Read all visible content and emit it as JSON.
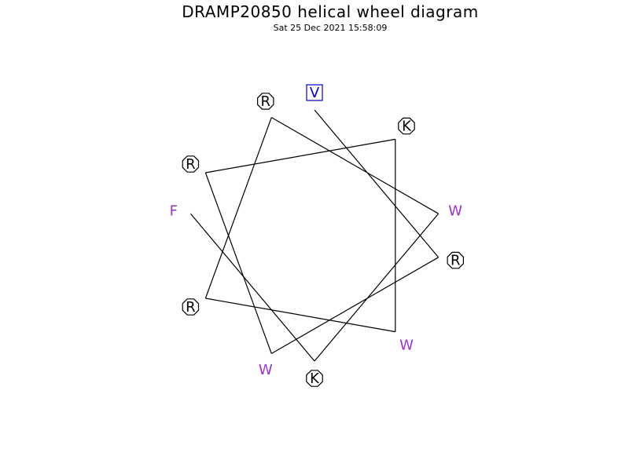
{
  "title": "DRAMP20850 helical wheel diagram",
  "timestamp": "Sat 25 Dec 2021 15:58:09",
  "colors": {
    "hydrophobic": "#9933cc",
    "hydrophobic_boxed": "#0000cc",
    "charged": "#000000",
    "line": "#000000"
  },
  "residues": [
    {
      "letter": "V",
      "style": "box",
      "color": "#0000cc"
    },
    {
      "letter": "R",
      "style": "octagon",
      "color": "#000000"
    },
    {
      "letter": "W",
      "style": "plain",
      "color": "#9933cc"
    },
    {
      "letter": "R",
      "style": "octagon",
      "color": "#000000"
    },
    {
      "letter": "K",
      "style": "octagon",
      "color": "#000000"
    },
    {
      "letter": "W",
      "style": "plain",
      "color": "#9933cc"
    },
    {
      "letter": "R",
      "style": "octagon",
      "color": "#000000"
    },
    {
      "letter": "R",
      "style": "octagon",
      "color": "#000000"
    },
    {
      "letter": "W",
      "style": "plain",
      "color": "#9933cc"
    },
    {
      "letter": "K",
      "style": "octagon",
      "color": "#000000"
    },
    {
      "letter": "F",
      "style": "plain",
      "color": "#9933cc"
    }
  ]
}
